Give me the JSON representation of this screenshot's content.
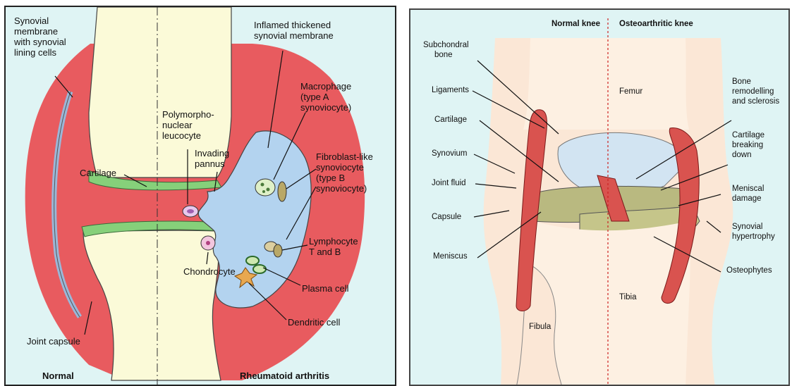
{
  "left": {
    "labels": {
      "synovial_membrane": [
        "Synovial",
        "membrane",
        "with synovial",
        "lining cells"
      ],
      "inflamed": [
        "Inflamed thickened",
        "synovial membrane"
      ],
      "macrophage": [
        "Macrophage",
        "(type A",
        "synoviocyte)"
      ],
      "pmn": [
        "Polymorpho-",
        "nuclear",
        "leucocyte"
      ],
      "invading": [
        "Invading",
        "pannus"
      ],
      "fibroblast": [
        "Fibroblast-like",
        "synoviocyte",
        "(type B",
        "synoviocyte)"
      ],
      "cartilage": "Cartilage",
      "lymphocyte": [
        "Lymphocyte",
        "T and B"
      ],
      "chondrocyte": "Chondrocyte",
      "plasma": "Plasma cell",
      "dendritic": "Dendritic cell",
      "joint_capsule": "Joint capsule",
      "normal": "Normal",
      "ra": "Rheumatoid arthritis"
    }
  },
  "right": {
    "labels": {
      "normal_knee": "Normal knee",
      "oa_knee": "Osteoarthritic knee",
      "subchondral": [
        "Subchondral",
        "bone"
      ],
      "ligaments": "Ligaments",
      "cartilage": "Cartilage",
      "synovium": "Synovium",
      "joint_fluid": "Joint fluid",
      "capsule": "Capsule",
      "meniscus": "Meniscus",
      "femur": "Femur",
      "tibia": "Tibia",
      "fibula": "Fibula",
      "bone_remodelling": [
        "Bone",
        "remodelling",
        "and sclerosis"
      ],
      "cartilage_breaking": [
        "Cartilage",
        "breaking",
        "down"
      ],
      "meniscal": [
        "Meniscal",
        "damage"
      ],
      "synovial_hyp": [
        "Synovial",
        "hypertrophy"
      ],
      "osteophytes": "Osteophytes"
    }
  }
}
